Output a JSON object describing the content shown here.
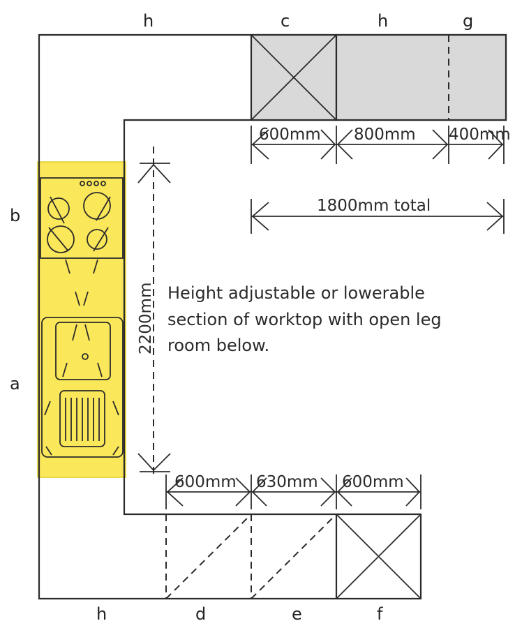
{
  "title": "",
  "labels": {
    "top_h": "h",
    "top_c": "c",
    "top_h2": "h",
    "top_g": "g",
    "left_b": "b",
    "left_a": "a",
    "bottom_h": "h",
    "bottom_d": "d",
    "bottom_e": "e",
    "bottom_f": "f"
  },
  "dimensions": {
    "top_600": "600mm",
    "top_800": "800mm",
    "top_400": "400mm",
    "total": "1800mm total",
    "vertical": "2200mm",
    "bottom_600a": "600mm",
    "bottom_630": "630mm",
    "bottom_600b": "600mm"
  },
  "note": {
    "line1": "Height adjustable or lowerable",
    "line2": "section of worktop with open leg",
    "line3": "room below."
  },
  "colors": {
    "highlight": "#fbe75a",
    "unit_fill": "#d9d9d9",
    "line": "#2b2b2b"
  }
}
